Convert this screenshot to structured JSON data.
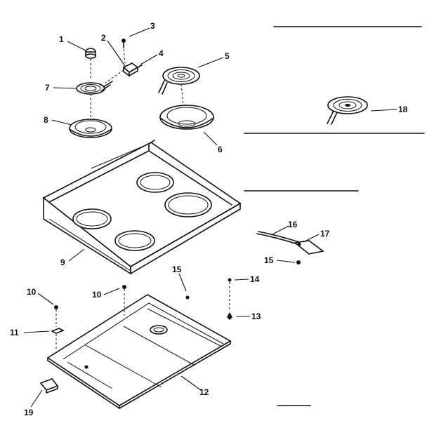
{
  "parts": [
    {
      "id": "label-1",
      "text": "1"
    },
    {
      "id": "label-2",
      "text": "2"
    },
    {
      "id": "label-3",
      "text": "3"
    },
    {
      "id": "label-4",
      "text": "4"
    },
    {
      "id": "label-5",
      "text": "5"
    },
    {
      "id": "label-6",
      "text": "6"
    },
    {
      "id": "label-7",
      "text": "7"
    },
    {
      "id": "label-8",
      "text": "8"
    },
    {
      "id": "label-9",
      "text": "9"
    },
    {
      "id": "label-10a",
      "text": "10"
    },
    {
      "id": "label-10b",
      "text": "10"
    },
    {
      "id": "label-11",
      "text": "11"
    },
    {
      "id": "label-12",
      "text": "12"
    },
    {
      "id": "label-13",
      "text": "13"
    },
    {
      "id": "label-14",
      "text": "14"
    },
    {
      "id": "label-15a",
      "text": "15"
    },
    {
      "id": "label-15b",
      "text": "15"
    },
    {
      "id": "label-16",
      "text": "16"
    },
    {
      "id": "label-17",
      "text": "17"
    },
    {
      "id": "label-18",
      "text": "18"
    },
    {
      "id": "label-19",
      "text": "19"
    }
  ]
}
